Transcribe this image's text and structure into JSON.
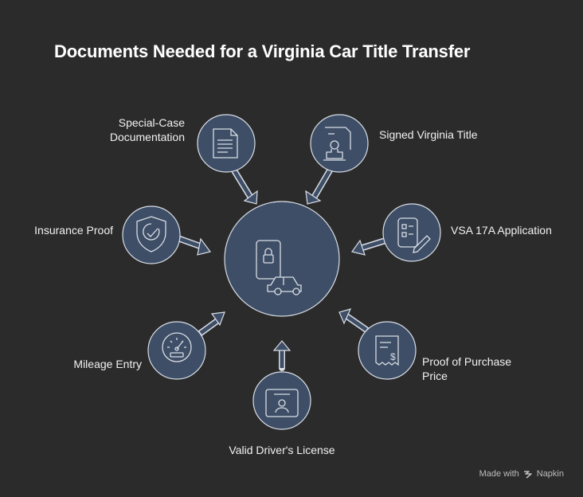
{
  "title": "Documents Needed for a Virginia Car Title Transfer",
  "colors": {
    "background": "#2b2b2b",
    "node_fill": "#3e4e66",
    "outline": "#d8dde5",
    "text": "#f2f2f2"
  },
  "center": {
    "icon": "phone-lock-car-icon"
  },
  "items": [
    {
      "label": "Special-Case Documentation",
      "line1": "Special-Case",
      "line2": "Documentation",
      "icon": "document-icon"
    },
    {
      "label": "Signed Virginia Title",
      "icon": "stamp-certificate-icon"
    },
    {
      "label": "VSA 17A Application",
      "icon": "checklist-pen-icon"
    },
    {
      "label": "Proof of Purchase Price",
      "line1": "Proof of Purchase",
      "line2": "Price",
      "icon": "receipt-dollar-icon"
    },
    {
      "label": "Valid Driver's License",
      "icon": "id-card-icon"
    },
    {
      "label": "Mileage Entry",
      "icon": "speedometer-icon"
    },
    {
      "label": "Insurance Proof",
      "icon": "shield-check-icon"
    }
  ],
  "footer": {
    "made_with": "Made with",
    "brand": "Napkin"
  }
}
